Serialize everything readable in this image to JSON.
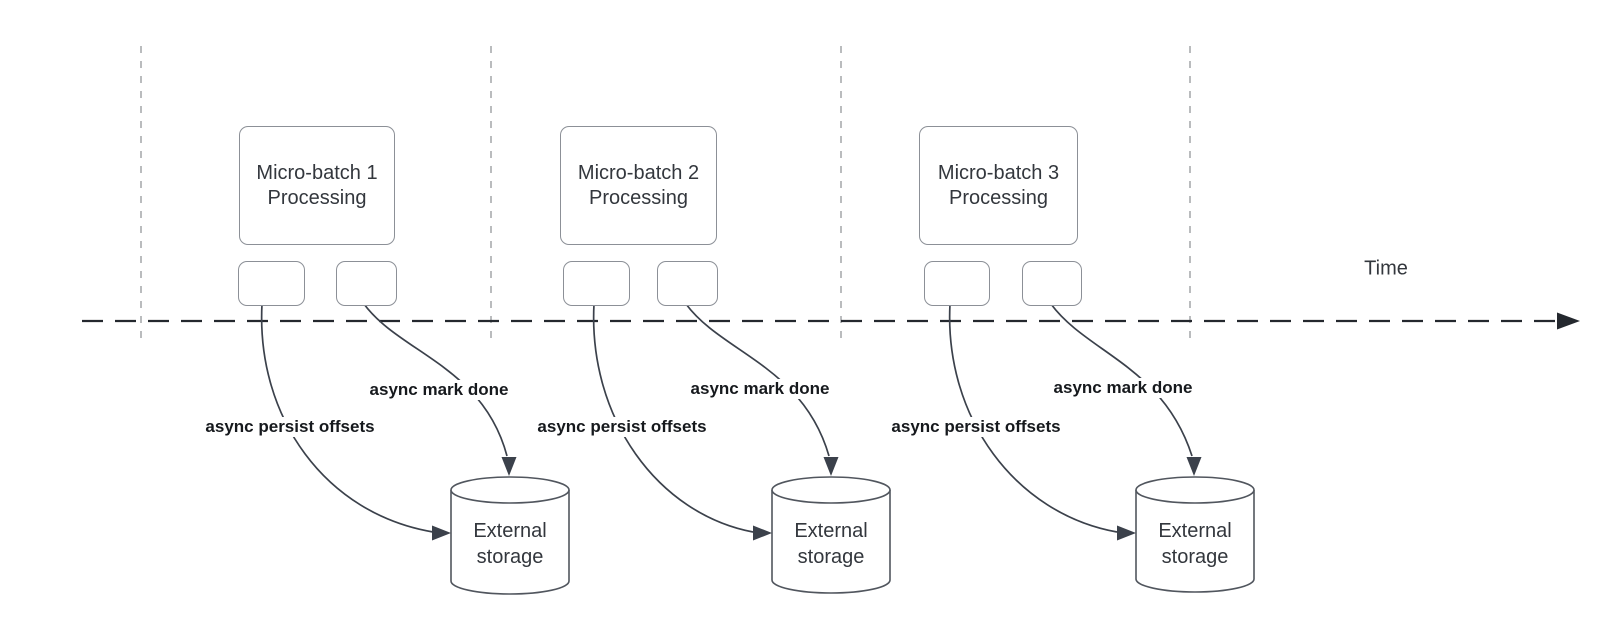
{
  "time_axis": {
    "label": "Time"
  },
  "batches": [
    {
      "box_line1": "Micro-batch 1",
      "box_line2": "Processing",
      "persist_label": "async persist offsets",
      "mark_done_label": "async mark done",
      "storage_line1": "External",
      "storage_line2": "storage"
    },
    {
      "box_line1": "Micro-batch 2",
      "box_line2": "Processing",
      "persist_label": "async persist offsets",
      "mark_done_label": "async mark done",
      "storage_line1": "External",
      "storage_line2": "storage"
    },
    {
      "box_line1": "Micro-batch 3",
      "box_line2": "Processing",
      "persist_label": "async persist offsets",
      "mark_done_label": "async mark done",
      "storage_line1": "External",
      "storage_line2": "storage"
    }
  ],
  "colors": {
    "shape_border": "#8c9097",
    "cylinder_stroke": "#51565e",
    "connector_stroke": "#3b414b",
    "axis_stroke": "#24282e",
    "gridline_stroke": "#a9abae",
    "annotation_text": "#16191d",
    "shape_text": "#33373d"
  }
}
